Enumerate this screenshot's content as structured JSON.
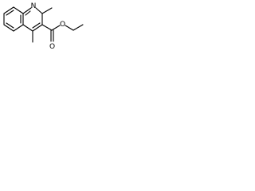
{
  "molecule": {
    "atoms": {
      "nitrogen": "N",
      "carbonyl_oxygen": "O",
      "ester_oxygen": "O"
    }
  },
  "colors": {
    "bond": "#000000",
    "background": "#ffffff"
  }
}
